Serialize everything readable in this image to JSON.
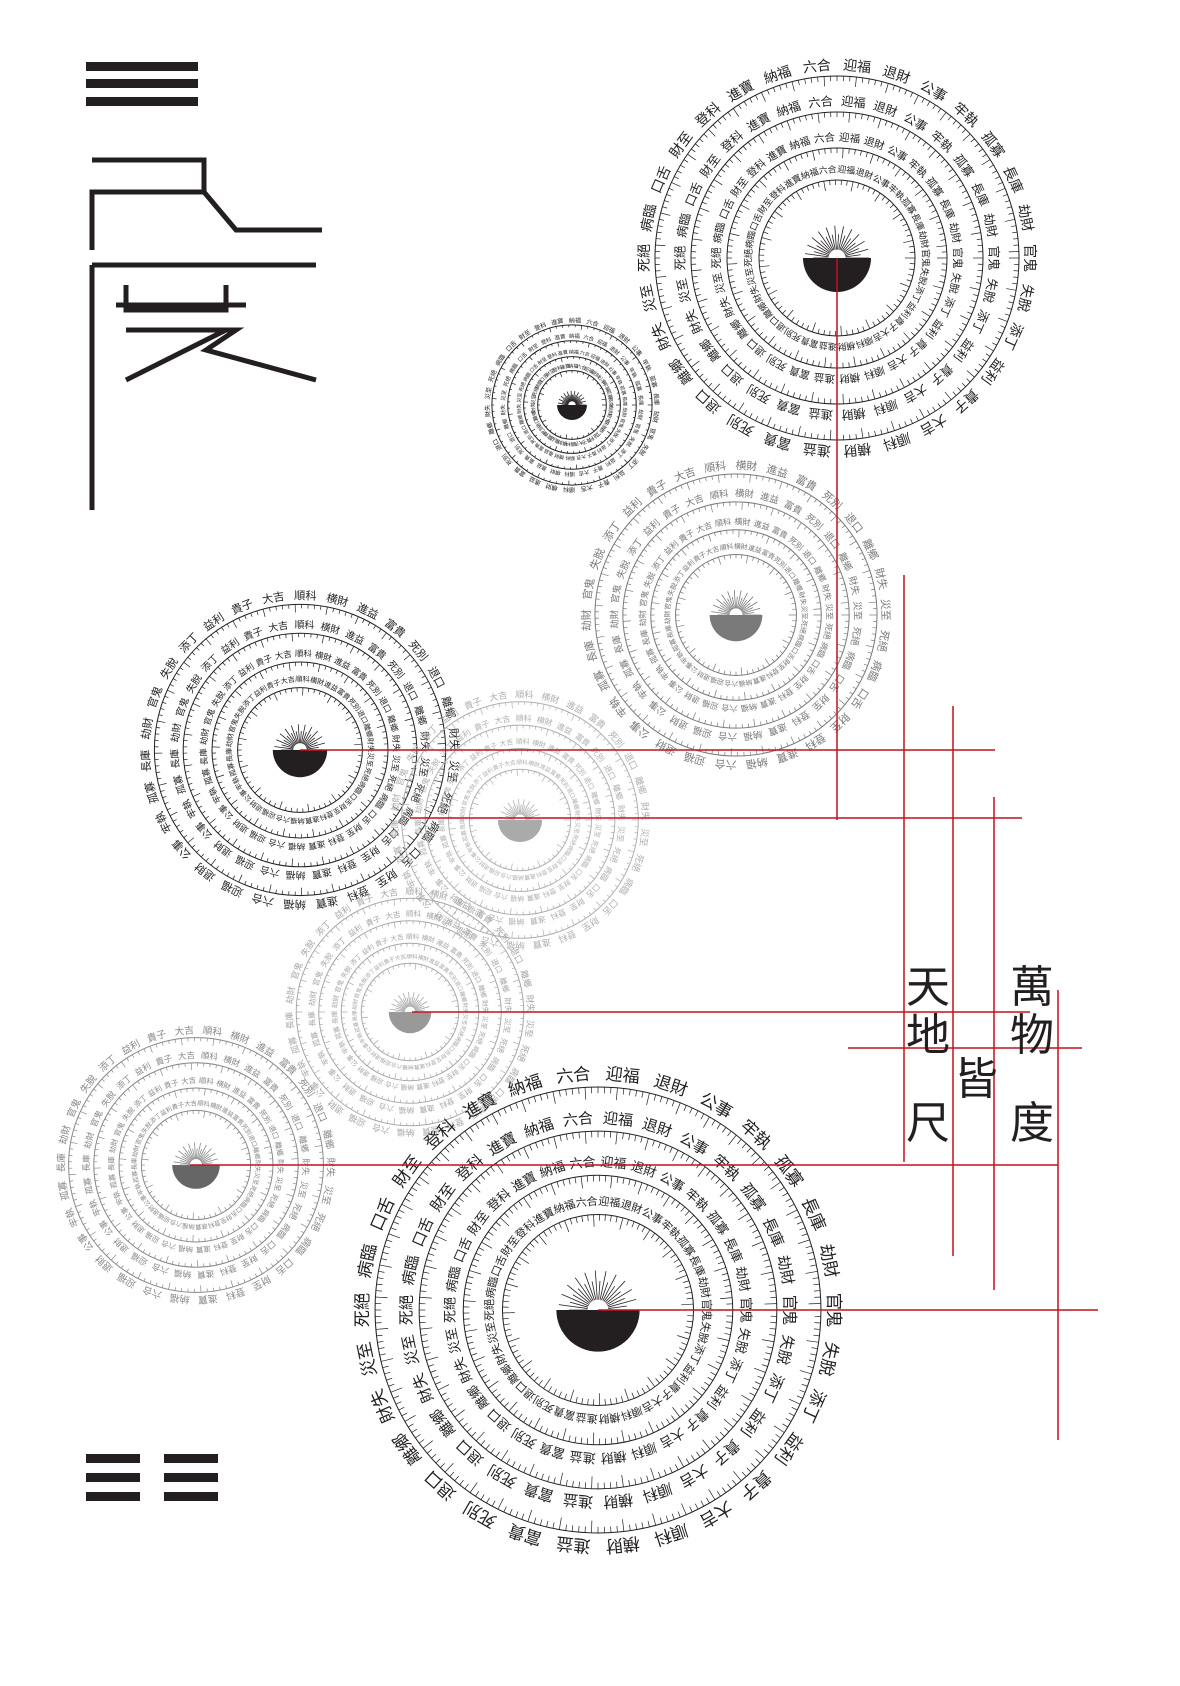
{
  "title": {
    "chars": [
      "尺",
      "度"
    ]
  },
  "poem": {
    "col1": [
      "天",
      "地",
      "尺"
    ],
    "col2": [
      "皆"
    ],
    "col3": [
      "萬",
      "物",
      "度"
    ]
  },
  "ruler_labels": {
    "outer": [
      "官鬼",
      "失脫",
      "添丁",
      "益利",
      "貴子",
      "大吉",
      "順科",
      "横財",
      "進益",
      "富貴",
      "死別",
      "退口",
      "離鄉",
      "財失",
      "災至",
      "死絕",
      "病臨",
      "口舌",
      "財至",
      "登科",
      "進寶",
      "納福",
      "六合",
      "迎福",
      "退財",
      "公事",
      "牢執",
      "孤寡",
      "長庫",
      "劫財"
    ]
  },
  "colors": {
    "ink": "#231f20",
    "accent_line": "#c1121f",
    "grey_medium": "#8a8a8a",
    "grey_light": "#b5b5b5"
  },
  "icons": {
    "top_trigram": "qian-trigram-icon",
    "bottom_trigram": "kun-trigram-icon"
  }
}
